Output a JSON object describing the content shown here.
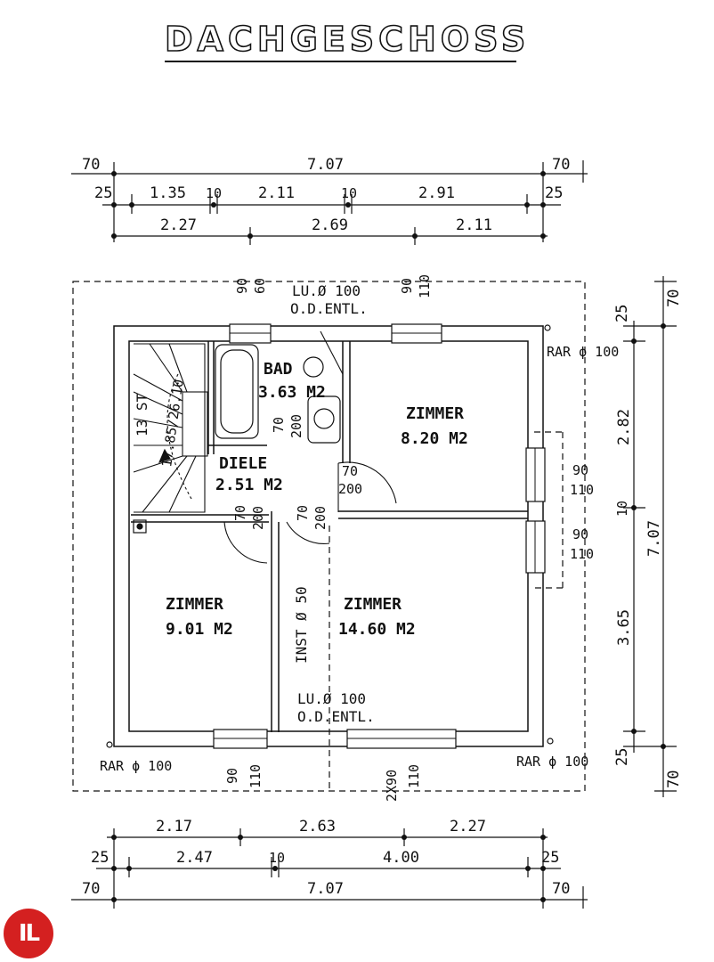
{
  "title": "DACHGESCHOSS",
  "dimensions": {
    "top": {
      "overhang_left": "70",
      "total": "7.07",
      "overhang_right": "70",
      "wall_left": "25",
      "seg1": "1.35",
      "wall_int1": "10",
      "seg2": "2.11",
      "wall_int2": "10",
      "seg3": "2.91",
      "wall_right": "25",
      "axis1": "2.27",
      "axis2": "2.69",
      "axis3": "2.11"
    },
    "bottom": {
      "axis1": "2.17",
      "axis2": "2.63",
      "axis3": "2.27",
      "wall_left": "25",
      "seg1": "2.47",
      "wall_int": "10",
      "seg2": "4.00",
      "wall_right": "25",
      "overhang_left": "70",
      "total": "7.07",
      "overhang_right": "70"
    },
    "right": {
      "overhang_top": "70",
      "wall_top": "25",
      "seg1": "2.82",
      "wall_int": "10",
      "seg2": "3.65",
      "wall_bottom": "25",
      "overhang_bottom": "70",
      "total": "7.07"
    }
  },
  "openings": {
    "top_w1": "90",
    "top_h1": "60",
    "top_w2": "90",
    "top_h2": "110",
    "right_w1": "90",
    "right_h1": "110",
    "right_w2": "90",
    "right_h2": "110",
    "bottom_w1": "90",
    "bottom_h1": "110",
    "bottom_w2": "2X90",
    "bottom_h2": "110",
    "door_w": "70",
    "door_h": "200"
  },
  "rooms": [
    {
      "name": "BAD",
      "area": "3.63 M2"
    },
    {
      "name": "ZIMMER",
      "area": "8.20 M2"
    },
    {
      "name": "DIELE",
      "area": "2.51 M2"
    },
    {
      "name": "ZIMMER",
      "area": "9.01 M2"
    },
    {
      "name": "ZIMMER",
      "area": "14.60 M2"
    }
  ],
  "notes": {
    "vent_top_1": "LU.Ø 100",
    "vent_top_2": "O.D.ENTL.",
    "vent_bottom_1": "LU.Ø 100",
    "vent_bottom_2": "O.D.ENTL.",
    "rar_top_right": "RAR ϕ 100",
    "rar_bottom_left": "RAR ϕ 100",
    "rar_bottom_right": "RAR ϕ 100",
    "inst": "INST Ø 50",
    "stairs_steps": "13 ST",
    "stairs_ratio": "17.85/26.10"
  },
  "logo": {
    "text": "IL",
    "color": "#d42020"
  }
}
